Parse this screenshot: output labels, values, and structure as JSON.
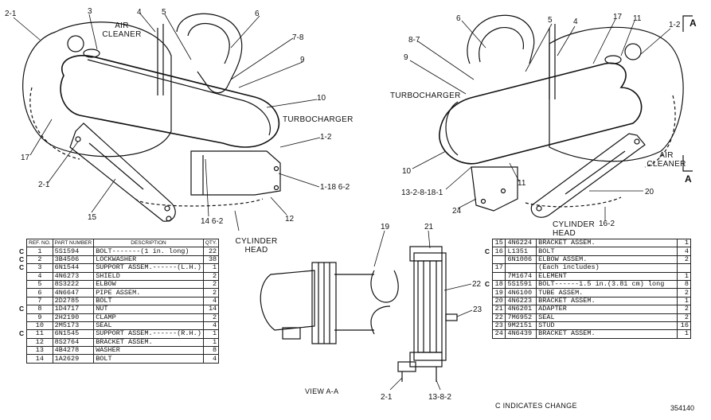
{
  "left_view": {
    "callouts": {
      "c2_1a": "2-1",
      "c3": "3",
      "c4": "4",
      "c5": "5",
      "c6": "6",
      "c7_8": "7-8",
      "c9": "9",
      "c10": "10",
      "c1_2": "1-2",
      "c1_18_6_2": "1-18 6-2",
      "c12": "12",
      "c14_6_2": "14 6-2",
      "c15": "15",
      "c2_1b": "2-1",
      "c17": "17"
    },
    "air_cleaner": "AIR CLEANER",
    "turbocharger": "TURBOCHARGER",
    "cylinder_head": "CYLINDER HEAD"
  },
  "right_view": {
    "callouts": {
      "c6": "6",
      "c8_7": "8-7",
      "c9": "9",
      "c5": "5",
      "c4": "4",
      "c17": "17",
      "c11a": "11",
      "c1_2": "1-2",
      "c10": "10",
      "c13_2_8_18_1": "13-2-8-18-1",
      "c11b": "11",
      "c24": "24",
      "c20": "20",
      "c16_2": "16-2"
    },
    "turbocharger": "TURBOCHARGER",
    "air_cleaner": "AIR CLEANER",
    "cylinder_head": "CYLINDER HEAD",
    "section_a_top": "A",
    "section_a_bottom": "A"
  },
  "center_view": {
    "callouts": {
      "c19": "19",
      "c21": "21",
      "c22": "22",
      "c23": "23",
      "c2_1": "2-1",
      "c13_8_2": "13-8-2"
    },
    "view_label": "VIEW A-A"
  },
  "parts_left": {
    "headers": {
      "ref": "REF. NO.",
      "part": "PART NUMBER",
      "desc": "DESCRIPTION",
      "qty": "QTY."
    },
    "rows": [
      {
        "mark": "C",
        "ref": "1",
        "part": "5S1594",
        "desc": "BOLT-------(1 in. long)",
        "qty": "22"
      },
      {
        "mark": "C",
        "ref": "2",
        "part": "3B4506",
        "desc": "LOCKWASHER",
        "qty": "38"
      },
      {
        "mark": "C",
        "ref": "3",
        "part": "6N1544",
        "desc": "SUPPORT ASSEM.------(L.H.)",
        "qty": "1"
      },
      {
        "mark": "",
        "ref": "4",
        "part": "4N6273",
        "desc": "SHIELD",
        "qty": "2"
      },
      {
        "mark": "",
        "ref": "5",
        "part": "8S3222",
        "desc": "ELBOW",
        "qty": "2"
      },
      {
        "mark": "",
        "ref": "6",
        "part": "4N6647",
        "desc": "PIPE ASSEM.",
        "qty": "2"
      },
      {
        "mark": "",
        "ref": "7",
        "part": "2D2785",
        "desc": "BOLT",
        "qty": "4"
      },
      {
        "mark": "C",
        "ref": "8",
        "part": "1D4717",
        "desc": "NUT",
        "qty": "14"
      },
      {
        "mark": "",
        "ref": "9",
        "part": "2H2190",
        "desc": "CLAMP",
        "qty": "2"
      },
      {
        "mark": "",
        "ref": "10",
        "part": "2M5173",
        "desc": "SEAL",
        "qty": "4"
      },
      {
        "mark": "C",
        "ref": "11",
        "part": "6N1545",
        "desc": "SUPPORT ASSEM.------(R.H.)",
        "qty": "1"
      },
      {
        "mark": "",
        "ref": "12",
        "part": "8S2764",
        "desc": "BRACKET ASSEM.",
        "qty": "1"
      },
      {
        "mark": "",
        "ref": "13",
        "part": "4B4278",
        "desc": "WASHER",
        "qty": "8"
      },
      {
        "mark": "",
        "ref": "14",
        "part": "1A2629",
        "desc": "BOLT",
        "qty": "4"
      }
    ]
  },
  "parts_right": {
    "rows": [
      {
        "mark": "",
        "ref": "15",
        "part": "4N6224",
        "desc": "BRACKET ASSEM.",
        "qty": "1"
      },
      {
        "mark": "C",
        "ref": "16",
        "part": "L1351",
        "desc": "BOLT",
        "qty": "4"
      },
      {
        "mark": "",
        "ref": "",
        "part": "6N1006",
        "desc": "ELBOW ASSEM.",
        "qty": "2"
      },
      {
        "mark": "",
        "ref": "17",
        "part": "",
        "desc": "(Each includes)",
        "qty": ""
      },
      {
        "mark": "",
        "ref": "",
        "part": "7M1674",
        "desc": "ELEMENT",
        "qty": "1"
      },
      {
        "mark": "C",
        "ref": "18",
        "part": "5S1591",
        "desc": "BOLT------1.5 in.(3.81 cm) long",
        "qty": "8"
      },
      {
        "mark": "",
        "ref": "19",
        "part": "4N6100",
        "desc": "TUBE ASSEM.",
        "qty": "2"
      },
      {
        "mark": "",
        "ref": "20",
        "part": "4N6223",
        "desc": "BRACKET ASSEM.",
        "qty": "1"
      },
      {
        "mark": "",
        "ref": "21",
        "part": "4N6201",
        "desc": "ADAPTER",
        "qty": "2"
      },
      {
        "mark": "",
        "ref": "22",
        "part": "7M6952",
        "desc": "SEAL",
        "qty": "2"
      },
      {
        "mark": "",
        "ref": "23",
        "part": "9M2151",
        "desc": "STUD",
        "qty": "16"
      },
      {
        "mark": "",
        "ref": "24",
        "part": "4N6439",
        "desc": "BRACKET ASSEM.",
        "qty": "1"
      }
    ]
  },
  "footer": {
    "legend": "C INDICATES CHANGE",
    "drawing_number": "354140"
  }
}
